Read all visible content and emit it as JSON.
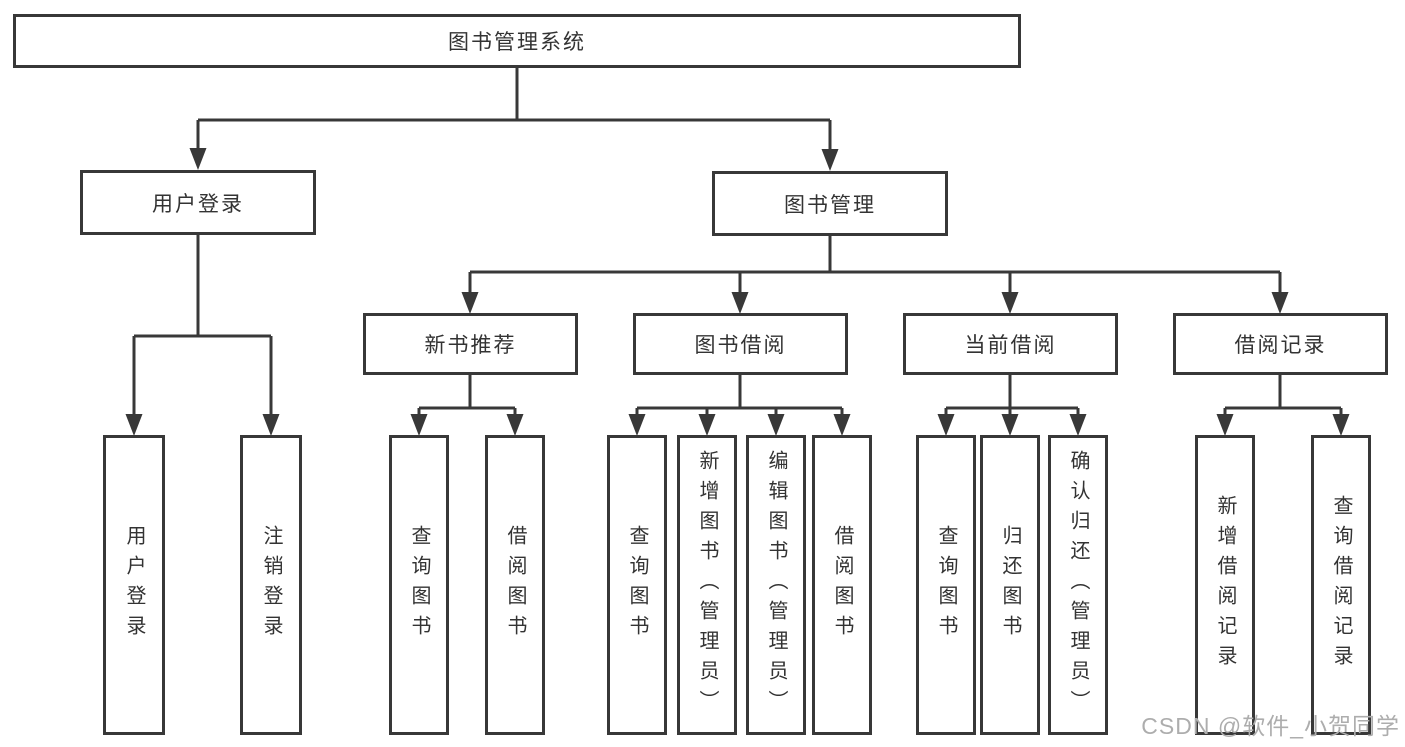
{
  "diagram": {
    "type": "hierarchy-tree",
    "root": {
      "label": "图书管理系统",
      "children": [
        {
          "label": "用户登录",
          "children": [
            {
              "label": "用户登录"
            },
            {
              "label": "注销登录"
            }
          ]
        },
        {
          "label": "图书管理",
          "children": [
            {
              "label": "新书推荐",
              "children": [
                {
                  "label": "查询图书"
                },
                {
                  "label": "借阅图书"
                }
              ]
            },
            {
              "label": "图书借阅",
              "children": [
                {
                  "label": "查询图书"
                },
                {
                  "label": "新增图书（管理员）"
                },
                {
                  "label": "编辑图书（管理员）"
                },
                {
                  "label": "借阅图书"
                }
              ]
            },
            {
              "label": "当前借阅",
              "children": [
                {
                  "label": "查询图书"
                },
                {
                  "label": "归还图书"
                },
                {
                  "label": "确认归还（管理员）"
                }
              ]
            },
            {
              "label": "借阅记录",
              "children": [
                {
                  "label": "新增借阅记录"
                },
                {
                  "label": "查询借阅记录"
                }
              ]
            }
          ]
        }
      ]
    },
    "colors": {
      "line": "#383838",
      "text": "#333333",
      "background": "#ffffff"
    }
  },
  "watermark": {
    "text": "CSDN @软件_小贺同学",
    "color": "#adadad"
  }
}
